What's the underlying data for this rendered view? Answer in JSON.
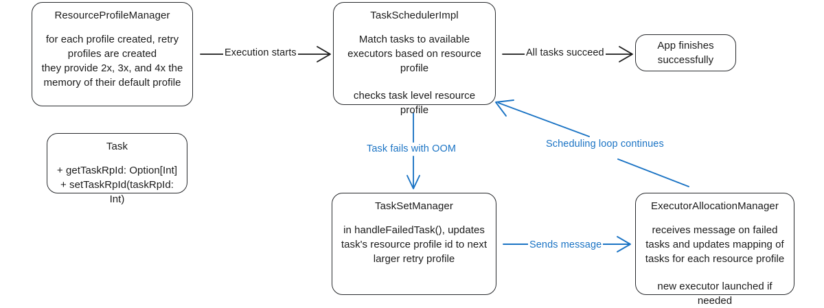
{
  "diagram": {
    "title": "Spark task retry / resource profile scheduling flow",
    "colors": {
      "node_border": "#26282b",
      "node_fill": "#ffffff",
      "text": "#1a1a1a",
      "edge_dark": "#1a1a1a",
      "edge_blue": "#1a73c4",
      "background": "#ffffff"
    },
    "nodes": [
      {
        "id": "resource-profile-manager",
        "title": "ResourceProfileManager",
        "body": [
          "for each profile created, retry profiles are created\nthey provide 2x, 3x, and 4x the memory of their default profile"
        ]
      },
      {
        "id": "task",
        "title": "Task",
        "body": [
          "+ getTaskRpId: Option[Int]\n+ setTaskRpId(taskRpId: Int)"
        ]
      },
      {
        "id": "task-scheduler-impl",
        "title": "TaskSchedulerImpl",
        "body": [
          "Match tasks to available executors based on resource profile",
          "checks task level resource profile"
        ]
      },
      {
        "id": "app-finishes",
        "title": "",
        "body": [
          "App finishes successfully"
        ]
      },
      {
        "id": "task-set-manager",
        "title": "TaskSetManager",
        "body": [
          "in handleFailedTask(), updates task's resource profile id to next larger retry profile"
        ]
      },
      {
        "id": "executor-allocation-manager",
        "title": "ExecutorAllocationManager",
        "body": [
          "receives message on failed tasks and updates mapping of tasks for each resource profile",
          "new executor launched if needed"
        ]
      }
    ],
    "edges": [
      {
        "id": "execution-starts",
        "label": "Execution starts",
        "from": "resource-profile-manager",
        "to": "task-scheduler-impl",
        "color": "#1a1a1a"
      },
      {
        "id": "all-tasks-succeed",
        "label": "All tasks succeed",
        "from": "task-scheduler-impl",
        "to": "app-finishes",
        "color": "#1a1a1a"
      },
      {
        "id": "task-fails-oom",
        "label": "Task fails with OOM",
        "from": "task-scheduler-impl",
        "to": "task-set-manager",
        "color": "#1a73c4"
      },
      {
        "id": "sends-message",
        "label": "Sends message",
        "from": "task-set-manager",
        "to": "executor-allocation-manager",
        "color": "#1a73c4"
      },
      {
        "id": "scheduling-loop-continues",
        "label": "Scheduling loop continues",
        "from": "executor-allocation-manager",
        "to": "task-scheduler-impl",
        "color": "#1a73c4"
      }
    ]
  },
  "nodes": {
    "resource_profile_manager": {
      "title": "ResourceProfileManager",
      "body": "for each profile created, retry profiles are created\nthey provide 2x, 3x, and 4x the memory of their default profile"
    },
    "task": {
      "title": "Task",
      "body": "+ getTaskRpId: Option[Int]\n+ setTaskRpId(taskRpId: Int)"
    },
    "task_scheduler_impl": {
      "title": "TaskSchedulerImpl",
      "body1": "Match tasks to available executors based on resource profile",
      "body2": "checks task level resource profile"
    },
    "app_finishes": {
      "body": "App finishes successfully"
    },
    "task_set_manager": {
      "title": "TaskSetManager",
      "body": "in handleFailedTask(), updates task's resource profile id to next larger retry profile"
    },
    "executor_allocation_manager": {
      "title": "ExecutorAllocationManager",
      "body1": "receives message on failed tasks and updates mapping of tasks for each resource profile",
      "body2": "new executor launched if needed"
    }
  },
  "labels": {
    "execution_starts": "Execution starts",
    "all_tasks_succeed": "All tasks succeed",
    "task_fails_with_oom": "Task fails with OOM",
    "sends_message": "Sends message",
    "scheduling_loop_continues": "Scheduling loop continues"
  }
}
